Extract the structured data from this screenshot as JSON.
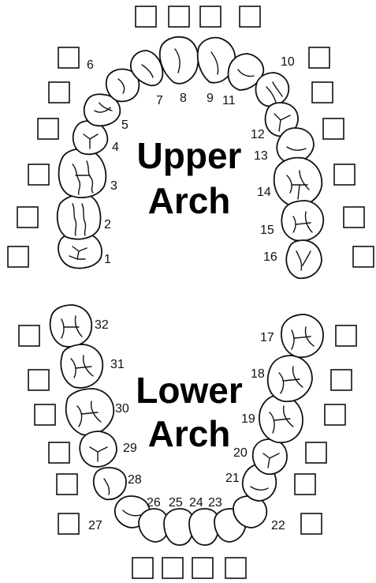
{
  "upper_arch": {
    "label_line1": "Upper",
    "label_line2": "Arch",
    "teeth": [
      "1",
      "2",
      "3",
      "4",
      "5",
      "6",
      "7",
      "8",
      "9",
      "10",
      "11",
      "12",
      "13",
      "14",
      "15",
      "16"
    ]
  },
  "lower_arch": {
    "label_line1": "Lower",
    "label_line2": "Arch",
    "teeth": [
      "17",
      "18",
      "19",
      "20",
      "21",
      "22",
      "23",
      "24",
      "25",
      "26",
      "27",
      "28",
      "29",
      "30",
      "31",
      "32"
    ]
  }
}
